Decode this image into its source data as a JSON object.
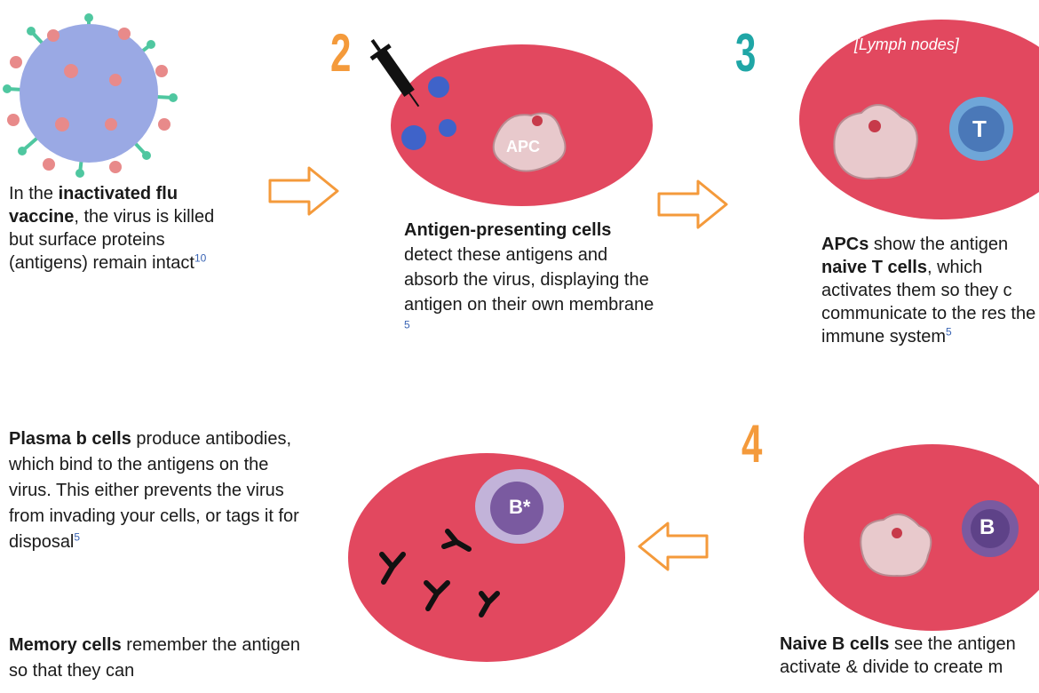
{
  "colors": {
    "circle": "#e2485f",
    "arrow": "#f49a3b",
    "num_orange": "#f49a3b",
    "num_teal": "#1fa6a6",
    "virus_body": "#9aa9e4",
    "t_cell": "#6fa6d8",
    "b_cell": "#7a5aa0"
  },
  "steps": {
    "n2": "2",
    "n3": "3",
    "n4": "4"
  },
  "labels": {
    "lymph": "[Lymph nodes]",
    "apc": "APC",
    "t": "T",
    "b": "B",
    "b_star": "B*"
  },
  "text1": {
    "a": "In the ",
    "b": "inactivated flu vaccine",
    "c": ", the virus is killed but surface proteins (antigens) remain intact",
    "ref": "10"
  },
  "text2": {
    "b": "Antigen-presenting cells",
    "c": " detect these antigens and absorb the virus, displaying the antigen on their own membrane ",
    "ref": "5"
  },
  "text3": {
    "b1": "APCs",
    "c1": " show the antigen ",
    "b2": "naive T cells",
    "c2": ", which activates them so they c communicate to the res the immune system",
    "ref": "5"
  },
  "text4": {
    "b": "Plasma b cells",
    "c": " produce antibodies, which bind to the antigens on the virus. This either prevents the virus from invading your cells, or tags it for disposal",
    "ref": "5"
  },
  "text5": {
    "b": "Memory cells",
    "c": " remember the antigen so that they can"
  },
  "text6": {
    "b": "Naive B cells",
    "c": " see the antigen activate & divide to create m"
  }
}
